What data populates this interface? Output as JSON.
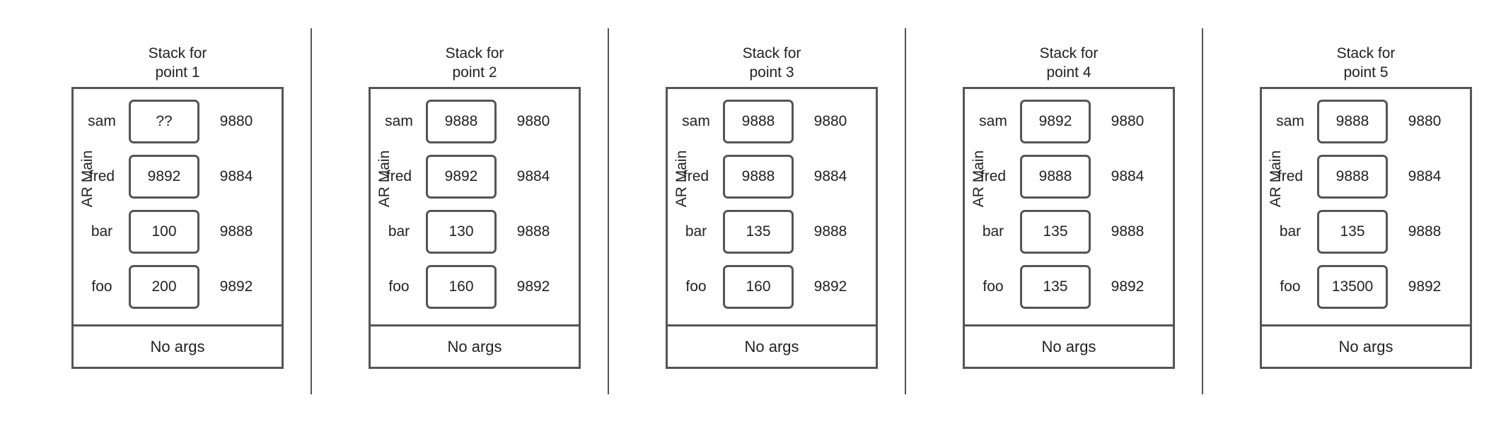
{
  "frame_label": "AR Main",
  "args_label": "No args",
  "panels": [
    {
      "title_line1": "Stack for",
      "title_line2": "point 1",
      "rows": [
        {
          "name": "sam",
          "value": "??",
          "address": "9880"
        },
        {
          "name": "fred",
          "value": "9892",
          "address": "9884"
        },
        {
          "name": "bar",
          "value": "100",
          "address": "9888"
        },
        {
          "name": "foo",
          "value": "200",
          "address": "9892"
        }
      ]
    },
    {
      "title_line1": "Stack for",
      "title_line2": "point 2",
      "rows": [
        {
          "name": "sam",
          "value": "9888",
          "address": "9880"
        },
        {
          "name": "fred",
          "value": "9892",
          "address": "9884"
        },
        {
          "name": "bar",
          "value": "130",
          "address": "9888"
        },
        {
          "name": "foo",
          "value": "160",
          "address": "9892"
        }
      ]
    },
    {
      "title_line1": "Stack for",
      "title_line2": "point 3",
      "rows": [
        {
          "name": "sam",
          "value": "9888",
          "address": "9880"
        },
        {
          "name": "fred",
          "value": "9888",
          "address": "9884"
        },
        {
          "name": "bar",
          "value": "135",
          "address": "9888"
        },
        {
          "name": "foo",
          "value": "160",
          "address": "9892"
        }
      ]
    },
    {
      "title_line1": "Stack for",
      "title_line2": "point 4",
      "rows": [
        {
          "name": "sam",
          "value": "9892",
          "address": "9880"
        },
        {
          "name": "fred",
          "value": "9888",
          "address": "9884"
        },
        {
          "name": "bar",
          "value": "135",
          "address": "9888"
        },
        {
          "name": "foo",
          "value": "135",
          "address": "9892"
        }
      ]
    },
    {
      "title_line1": "Stack for",
      "title_line2": "point 5",
      "rows": [
        {
          "name": "sam",
          "value": "9888",
          "address": "9880"
        },
        {
          "name": "fred",
          "value": "9888",
          "address": "9884"
        },
        {
          "name": "bar",
          "value": "135",
          "address": "9888"
        },
        {
          "name": "foo",
          "value": "13500",
          "address": "9892"
        }
      ]
    }
  ]
}
